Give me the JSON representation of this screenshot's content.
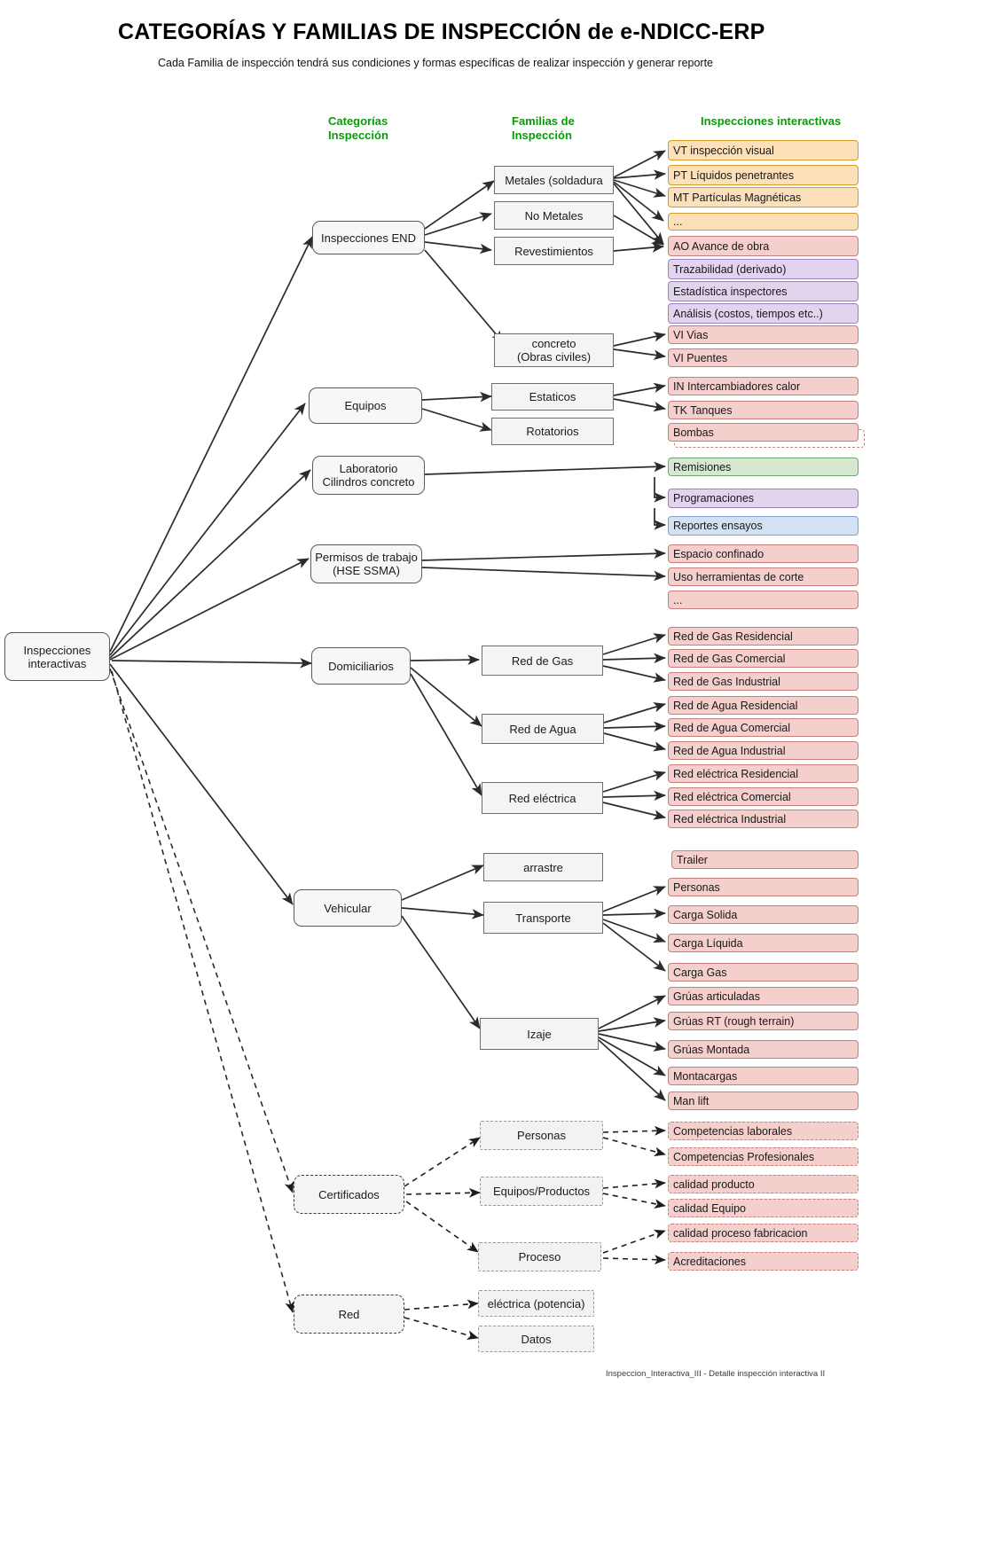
{
  "header": {
    "title": "CATEGORÍAS Y FAMILIAS DE INSPECCIÓN de e-NDICC-ERP",
    "subtitle": "Cada Familia de inspección tendrá sus condiciones y formas específicas de realizar inspección y generar reporte"
  },
  "columns": {
    "categorias": "Categorías\nInspección",
    "categorias_l1": "Categorías",
    "categorias_l2": "Inspección",
    "familias_l1": "Familias de",
    "familias_l2": "Inspección",
    "inspecciones": "Inspecciones interactivas"
  },
  "root": {
    "line1": "Inspecciones",
    "line2": "interactivas"
  },
  "categories": [
    {
      "id": "end",
      "label": "Inspecciones END"
    },
    {
      "id": "equipos",
      "label": "Equipos"
    },
    {
      "id": "lab",
      "line1": "Laboratorio",
      "line2": "Cilindros concreto"
    },
    {
      "id": "permisos",
      "line1": "Permisos de trabajo",
      "line2": "(HSE SSMA)"
    },
    {
      "id": "domic",
      "label": "Domiciliarios"
    },
    {
      "id": "vehic",
      "label": "Vehicular"
    },
    {
      "id": "cert",
      "label": "Certificados"
    },
    {
      "id": "red",
      "label": "Red"
    }
  ],
  "families": [
    {
      "id": "metales",
      "label": "Metales (soldadura"
    },
    {
      "id": "nometales",
      "label": "No Metales"
    },
    {
      "id": "revest",
      "label": "Revestimientos"
    },
    {
      "id": "concreto",
      "line1": "concreto",
      "line2": "(Obras civiles)"
    },
    {
      "id": "estaticos",
      "label": "Estaticos"
    },
    {
      "id": "rotatorios",
      "label": "Rotatorios"
    },
    {
      "id": "redgas",
      "label": "Red de Gas"
    },
    {
      "id": "redagua",
      "label": "Red de Agua"
    },
    {
      "id": "redelec",
      "label": "Red eléctrica"
    },
    {
      "id": "arrastre",
      "label": "arrastre"
    },
    {
      "id": "transporte",
      "label": "Transporte"
    },
    {
      "id": "izaje",
      "label": "Izaje"
    },
    {
      "id": "personas",
      "label": "Personas"
    },
    {
      "id": "equipprod",
      "label": "Equipos/Productos"
    },
    {
      "id": "proceso",
      "label": "Proceso"
    },
    {
      "id": "elecpot",
      "label": "eléctrica (potencia)"
    },
    {
      "id": "datos",
      "label": "Datos"
    }
  ],
  "inspections": [
    {
      "id": "vt",
      "label": "VT inspección visual",
      "color": "orange"
    },
    {
      "id": "pt",
      "label": "PT Líquidos penetrantes",
      "color": "orange"
    },
    {
      "id": "mt",
      "label": "MT Partículas Magnéticas",
      "color": "orange"
    },
    {
      "id": "mas1",
      "label": "...",
      "color": "orange"
    },
    {
      "id": "ao",
      "label": "AO Avance de obra",
      "color": "red"
    },
    {
      "id": "trazab",
      "label": "Trazabilidad (derivado)",
      "color": "purple"
    },
    {
      "id": "estad",
      "label": "Estadística inspectores",
      "color": "purple"
    },
    {
      "id": "analisis",
      "label": "Análisis (costos, tiempos etc..)",
      "color": "purple"
    },
    {
      "id": "vivias",
      "label": "VI Vias",
      "color": "red"
    },
    {
      "id": "vipuentes",
      "label": "VI Puentes",
      "color": "red"
    },
    {
      "id": "in",
      "label": "IN Intercambiadores calor",
      "color": "red"
    },
    {
      "id": "tk",
      "label": "TK Tanques",
      "color": "red"
    },
    {
      "id": "bombas",
      "label": "Bombas",
      "color": "red"
    },
    {
      "id": "remis",
      "label": "Remisiones",
      "color": "green"
    },
    {
      "id": "progr",
      "label": "Programaciones",
      "color": "purple"
    },
    {
      "id": "repens",
      "label": "Reportes ensayos",
      "color": "blue"
    },
    {
      "id": "espconf",
      "label": "Espacio confinado",
      "color": "red"
    },
    {
      "id": "usoherr",
      "label": "Uso herramientas de corte",
      "color": "red"
    },
    {
      "id": "mas2",
      "label": "...",
      "color": "red"
    },
    {
      "id": "gasres",
      "label": "Red de Gas Residencial",
      "color": "red"
    },
    {
      "id": "gascom",
      "label": "Red de Gas Comercial",
      "color": "red"
    },
    {
      "id": "gasind",
      "label": "Red de Gas Industrial",
      "color": "red"
    },
    {
      "id": "aguares",
      "label": "Red de Agua Residencial",
      "color": "red"
    },
    {
      "id": "aguacom",
      "label": "Red de Agua Comercial",
      "color": "red"
    },
    {
      "id": "aguaind",
      "label": "Red de Agua Industrial",
      "color": "red"
    },
    {
      "id": "elecres",
      "label": "Red eléctrica Residencial",
      "color": "red"
    },
    {
      "id": "eleccom",
      "label": "Red eléctrica Comercial",
      "color": "red"
    },
    {
      "id": "elecind",
      "label": "Red eléctrica Industrial",
      "color": "red"
    },
    {
      "id": "trailer",
      "label": "Trailer",
      "color": "red"
    },
    {
      "id": "personas2",
      "label": "Personas",
      "color": "red"
    },
    {
      "id": "csolida",
      "label": "Carga Solida",
      "color": "red"
    },
    {
      "id": "cliquida",
      "label": "Carga Líquida",
      "color": "red"
    },
    {
      "id": "cgas",
      "label": "Carga Gas",
      "color": "red"
    },
    {
      "id": "gruasart",
      "label": "Grúas articuladas",
      "color": "red"
    },
    {
      "id": "gruasrt",
      "label": "Grúas RT (rough terrain)",
      "color": "red"
    },
    {
      "id": "gruasmon",
      "label": "Grúas Montada",
      "color": "red"
    },
    {
      "id": "montac",
      "label": "Montacargas",
      "color": "red"
    },
    {
      "id": "manlift",
      "label": "Man lift",
      "color": "red"
    },
    {
      "id": "complab",
      "label": "Competencias laborales",
      "color": "reddash"
    },
    {
      "id": "compprof",
      "label": "Competencias Profesionales",
      "color": "reddash"
    },
    {
      "id": "calprod",
      "label": "calidad producto",
      "color": "reddash"
    },
    {
      "id": "calequip",
      "label": "calidad Equipo",
      "color": "reddash"
    },
    {
      "id": "calproc",
      "label": "calidad proceso fabricacion",
      "color": "reddash"
    },
    {
      "id": "acredit",
      "label": "Acreditaciones",
      "color": "reddash"
    }
  ],
  "footer": "Inspeccion_Interactiva_III - Detalle inspección interactiva II",
  "colors": {
    "header_green": "#0a9a0a",
    "orange_fill": "#fbe0b9",
    "orange_stroke": "#d49b28",
    "red_fill": "#f5cfcc",
    "red_stroke": "#c77f7c",
    "purple_fill": "#e2d4ee",
    "purple_stroke": "#9b7fc4",
    "green_fill": "#d6e8cf",
    "green_stroke": "#6fa86f",
    "blue_fill": "#d3e2f3",
    "blue_stroke": "#7fa3cf",
    "node_fill": "#f4f4f4",
    "node_stroke": "#6e6e6e"
  }
}
